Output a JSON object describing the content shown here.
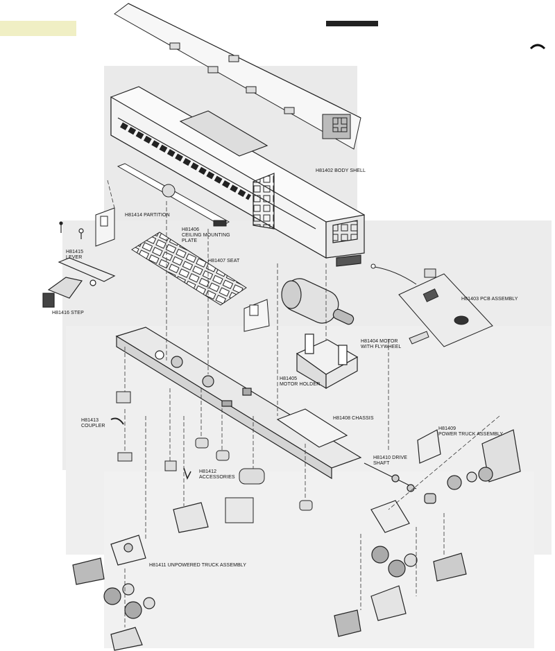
{
  "diagram": {
    "parts": [
      {
        "id": "H81402",
        "label": "H81402 BODY SHELL"
      },
      {
        "id": "H81414",
        "label": "H81414 PARTITION"
      },
      {
        "id": "H81406",
        "label": "H81406\nCEILING MOUNTING\nPLATE"
      },
      {
        "id": "H81407",
        "label": "H81407 SEAT"
      },
      {
        "id": "H81415",
        "label": "H81415\nLEVER"
      },
      {
        "id": "H81416",
        "label": "H81416 STEP"
      },
      {
        "id": "H81403",
        "label": "H81403 PCB ASSEMBLY"
      },
      {
        "id": "H81404",
        "label": "H81404 MOTOR\nWITH FLYWHEEL"
      },
      {
        "id": "H81405",
        "label": "H81405\nMOTOR HOLDER"
      },
      {
        "id": "H81408",
        "label": "H81408 CHASSIS"
      },
      {
        "id": "H81413",
        "label": "H81413\nCOUPLER"
      },
      {
        "id": "H81409",
        "label": "H81409\nPOWER TRUCK ASSEMBLY"
      },
      {
        "id": "H81410",
        "label": "H81410 DRIVE\nSHAFT"
      },
      {
        "id": "H81412",
        "label": "H81412\nACCESSORIES"
      },
      {
        "id": "H81411",
        "label": "H81411 UNPOWERED TRUCK ASSEMBLY"
      }
    ]
  },
  "colors": {
    "ink": "#1a1a1a",
    "paper": "#ffffff",
    "scan_gray": "#eeeeee"
  }
}
